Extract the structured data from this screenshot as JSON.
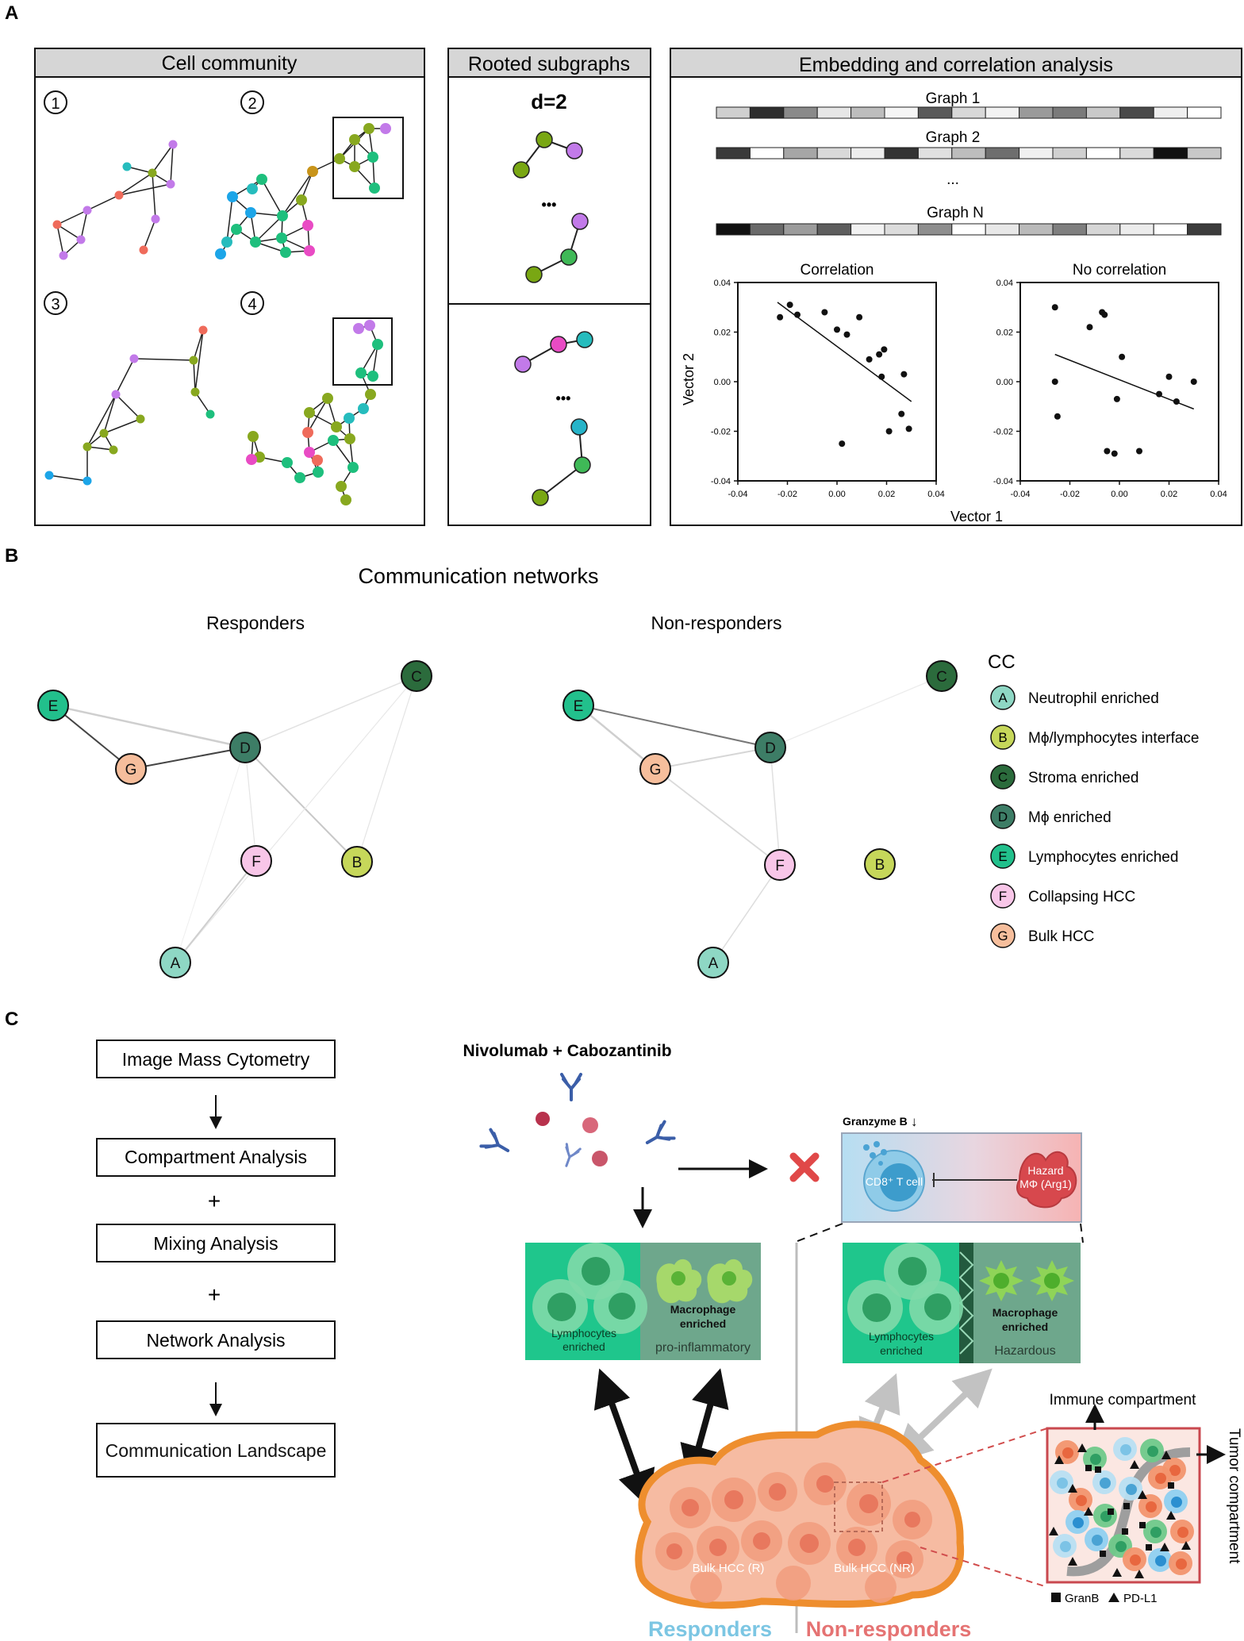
{
  "panels": {
    "a": "A",
    "b": "B",
    "c": "C"
  },
  "panelA": {
    "cellCommunity": {
      "title": "Cell community",
      "labels": [
        "1",
        "2",
        "3",
        "4"
      ]
    },
    "rootedSubgraphs": {
      "title": "Rooted subgraphs",
      "depth": "d=2",
      "ellipsis": "•••"
    },
    "embedding": {
      "title": "Embedding and correlation analysis",
      "graphs": [
        "Graph 1",
        "Graph 2",
        "Graph N"
      ],
      "dots": "...",
      "vectors": [
        [
          "#cfcfcf",
          "#2e2e2e",
          "#8a8a8a",
          "#e6e6e6",
          "#bdbdbd",
          "#f5f5f5",
          "#5a5a5a",
          "#d8d8d8",
          "#f2f2f2",
          "#9a9a9a",
          "#7a7a7a",
          "#c9c9c9",
          "#4a4a4a",
          "#efefef",
          "#ffffff"
        ],
        [
          "#3a3a3a",
          "#ffffff",
          "#a6a6a6",
          "#d9d9d9",
          "#ededed",
          "#333333",
          "#e0e0e0",
          "#bdbdbd",
          "#6e6e6e",
          "#f0f0f0",
          "#d0d0d0",
          "#ffffff",
          "#dadada",
          "#111111",
          "#c8c8c8"
        ],
        [
          "#111111",
          "#6a6a6a",
          "#9c9c9c",
          "#5e5e5e",
          "#f2f2f2",
          "#dcdcdc",
          "#8e8e8e",
          "#ffffff",
          "#e8e8e8",
          "#bababa",
          "#7f7f7f",
          "#d6d6d6",
          "#ececec",
          "#ffffff",
          "#3c3c3c"
        ]
      ]
    }
  },
  "chart_data": [
    {
      "type": "scatter",
      "title": "Correlation",
      "xlabel": "Vector 1",
      "ylabel": "Vector 2",
      "xlim": [
        -0.04,
        0.04
      ],
      "ylim": [
        -0.04,
        0.04
      ],
      "xticks": [
        "-0.04",
        "-0.02",
        "0.00",
        "0.02",
        "0.04"
      ],
      "yticks": [
        "0.04",
        "0.02",
        "0.00",
        "-0.02",
        "-0.04"
      ],
      "points": [
        [
          -0.023,
          0.026
        ],
        [
          -0.019,
          0.031
        ],
        [
          -0.016,
          0.027
        ],
        [
          -0.005,
          0.028
        ],
        [
          0.0,
          0.021
        ],
        [
          0.004,
          0.019
        ],
        [
          0.009,
          0.026
        ],
        [
          0.013,
          0.009
        ],
        [
          0.017,
          0.011
        ],
        [
          0.019,
          0.013
        ],
        [
          0.018,
          0.002
        ],
        [
          0.027,
          0.003
        ],
        [
          0.021,
          -0.02
        ],
        [
          0.026,
          -0.013
        ],
        [
          0.029,
          -0.019
        ],
        [
          0.002,
          -0.025
        ]
      ],
      "trend": [
        [
          -0.024,
          0.032
        ],
        [
          0.03,
          -0.008
        ]
      ],
      "grid": false
    },
    {
      "type": "scatter",
      "title": "No correlation",
      "xlabel": "Vector 1",
      "ylabel": "",
      "xlim": [
        -0.04,
        0.04
      ],
      "ylim": [
        -0.04,
        0.04
      ],
      "xticks": [
        "-0.04",
        "-0.02",
        "0.00",
        "0.02",
        "0.04"
      ],
      "yticks": [
        "0.04",
        "0.02",
        "0.00",
        "-0.02",
        "-0.04"
      ],
      "points": [
        [
          -0.026,
          0.03
        ],
        [
          -0.025,
          -0.014
        ],
        [
          -0.026,
          0.0
        ],
        [
          -0.012,
          0.022
        ],
        [
          -0.007,
          0.028
        ],
        [
          -0.006,
          0.027
        ],
        [
          0.001,
          0.01
        ],
        [
          -0.005,
          -0.028
        ],
        [
          -0.002,
          -0.029
        ],
        [
          -0.001,
          -0.007
        ],
        [
          0.008,
          -0.028
        ],
        [
          0.016,
          -0.005
        ],
        [
          0.02,
          0.002
        ],
        [
          0.023,
          -0.008
        ],
        [
          0.03,
          0.0
        ]
      ],
      "trend": [
        [
          -0.026,
          0.011
        ],
        [
          0.03,
          -0.011
        ]
      ],
      "grid": false
    }
  ],
  "panelB": {
    "title": "Communication networks",
    "responders": "Responders",
    "nonResponders": "Non-responders",
    "legendTitle": "CC",
    "legend": [
      {
        "key": "A",
        "label": "Neutrophil enriched",
        "color": "#8ed7c4"
      },
      {
        "key": "B",
        "label": "Mϕ/lymphocytes interface",
        "color": "#c6d75a"
      },
      {
        "key": "C",
        "label": "Stroma enriched",
        "color": "#2b6b3c"
      },
      {
        "key": "D",
        "label": "Mϕ enriched",
        "color": "#3d7d66"
      },
      {
        "key": "E",
        "label": "Lymphocytes enriched",
        "color": "#22c08c"
      },
      {
        "key": "F",
        "label": "Collapsing HCC",
        "color": "#f8c6e8"
      },
      {
        "key": "G",
        "label": "Bulk HCC",
        "color": "#f6be9c"
      }
    ]
  },
  "panelC": {
    "flow": [
      "Image Mass Cytometry",
      "Compartment Analysis",
      "Mixing Analysis",
      "Network Analysis",
      "Communication Landscape"
    ],
    "plus": "+",
    "drug": "Nivolumab + Cabozantinib",
    "granzyme": "Granzyme B",
    "cd8": "CD8⁺ T cell",
    "hazardTop": "Hazard",
    "hazardBottom": "MΦ (Arg1)",
    "lympho": "Lymphocytes enriched",
    "macro": "Macrophage enriched",
    "proinf": "pro-inflammatory",
    "hazardous": "Hazardous",
    "immune": "Immune compartment",
    "tumor": "Tumor compartment",
    "bulkR": "Bulk HCC (R)",
    "bulkNR": "Bulk HCC (NR)",
    "granB": "GranB",
    "pdl1": "PD-L1",
    "responders": "Responders",
    "nonResponders": "Non-responders",
    "respColor": "#7cc6e3",
    "nonRespColor": "#e57373"
  }
}
